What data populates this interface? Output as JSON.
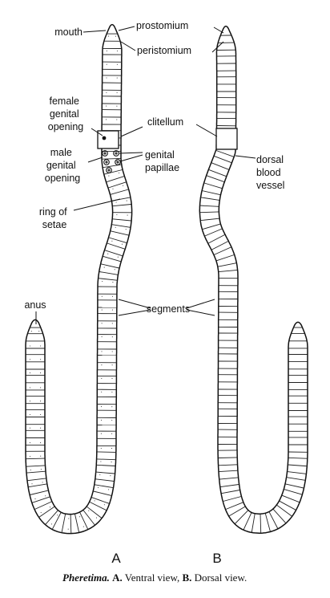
{
  "labels": {
    "mouth": "mouth",
    "prostomium": "prostomium",
    "peristomium": "peristomium",
    "female_genital_opening": [
      "female",
      "genital",
      "opening"
    ],
    "male_genital_opening": [
      "male",
      "genital",
      "opening"
    ],
    "clitellum": "clitellum",
    "genital_papillae": [
      "genital",
      "papillae"
    ],
    "dorsal_blood_vessel": [
      "dorsal",
      "blood",
      "vessel"
    ],
    "ring_of_setae": [
      "ring of",
      "setae"
    ],
    "anus": "anus",
    "segments": "segments"
  },
  "panels": {
    "a": "A",
    "b": "B"
  },
  "caption": {
    "genus": "Pheretima.",
    "a_letter": "A.",
    "a_text": "Ventral view,",
    "b_letter": "B.",
    "b_text": "Dorsal view."
  }
}
